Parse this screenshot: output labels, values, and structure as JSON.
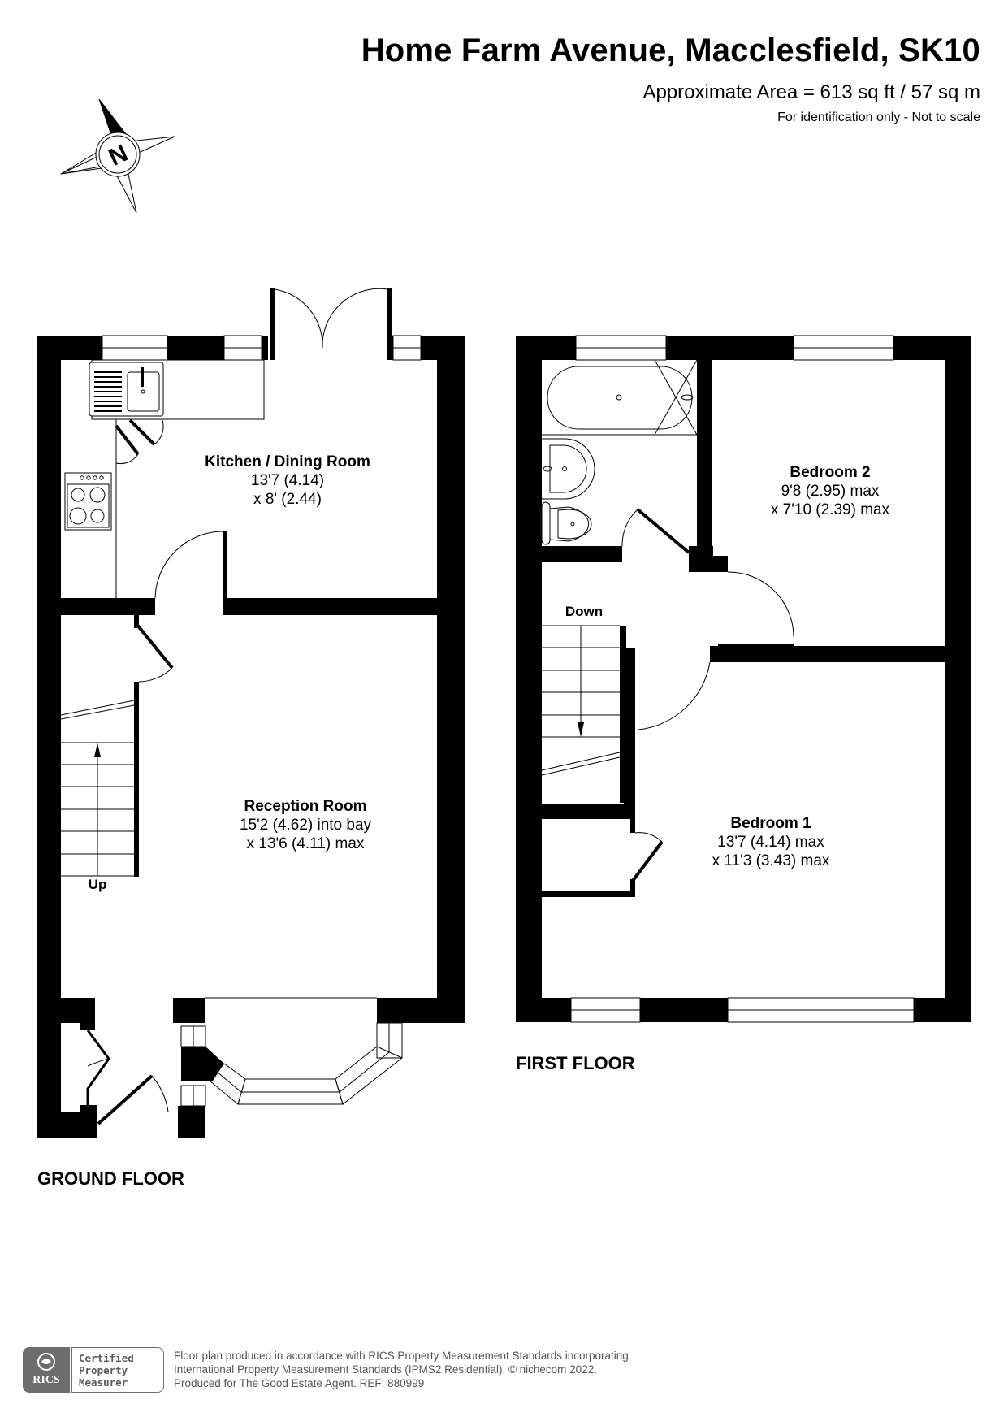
{
  "header": {
    "title": "Home Farm Avenue, Macclesfield, SK10",
    "area": "Approximate Area = 613 sq ft / 57 sq m",
    "disclaimer": "For identification only - Not to scale"
  },
  "compass": {
    "label": "N",
    "icon": "compass-rose-icon"
  },
  "ground_floor": {
    "label": "GROUND FLOOR",
    "rooms": [
      {
        "name": "Kitchen / Dining Room",
        "dim1": "13'7 (4.14)",
        "dim2": "x 8' (2.44)"
      },
      {
        "name": "Reception Room",
        "dim1": "15'2 (4.62) into bay",
        "dim2": "x 13'6 (4.11) max"
      }
    ],
    "stairs_label": "Up"
  },
  "first_floor": {
    "label": "FIRST FLOOR",
    "rooms": [
      {
        "name": "Bedroom 2",
        "dim1": "9'8 (2.95) max",
        "dim2": "x 7'10 (2.39) max"
      },
      {
        "name": "Bedroom 1",
        "dim1": "13'7 (4.14) max",
        "dim2": "x 11'3 (3.43) max"
      }
    ],
    "stairs_label": "Down"
  },
  "footer": {
    "badge_org": "RICS",
    "badge_lines": [
      "Certified",
      "Property",
      "Measurer"
    ],
    "lines": [
      "Floor plan produced in accordance with RICS Property Measurement Standards incorporating",
      "International Property Measurement Standards (IPMS2 Residential).   © nichecom 2022.",
      "Produced for The Good Estate Agent.   REF:  880999"
    ]
  },
  "colors": {
    "wall": "#000000",
    "background": "#ffffff",
    "badge_grey": "#6d6d6d",
    "footer_text": "#555555"
  }
}
